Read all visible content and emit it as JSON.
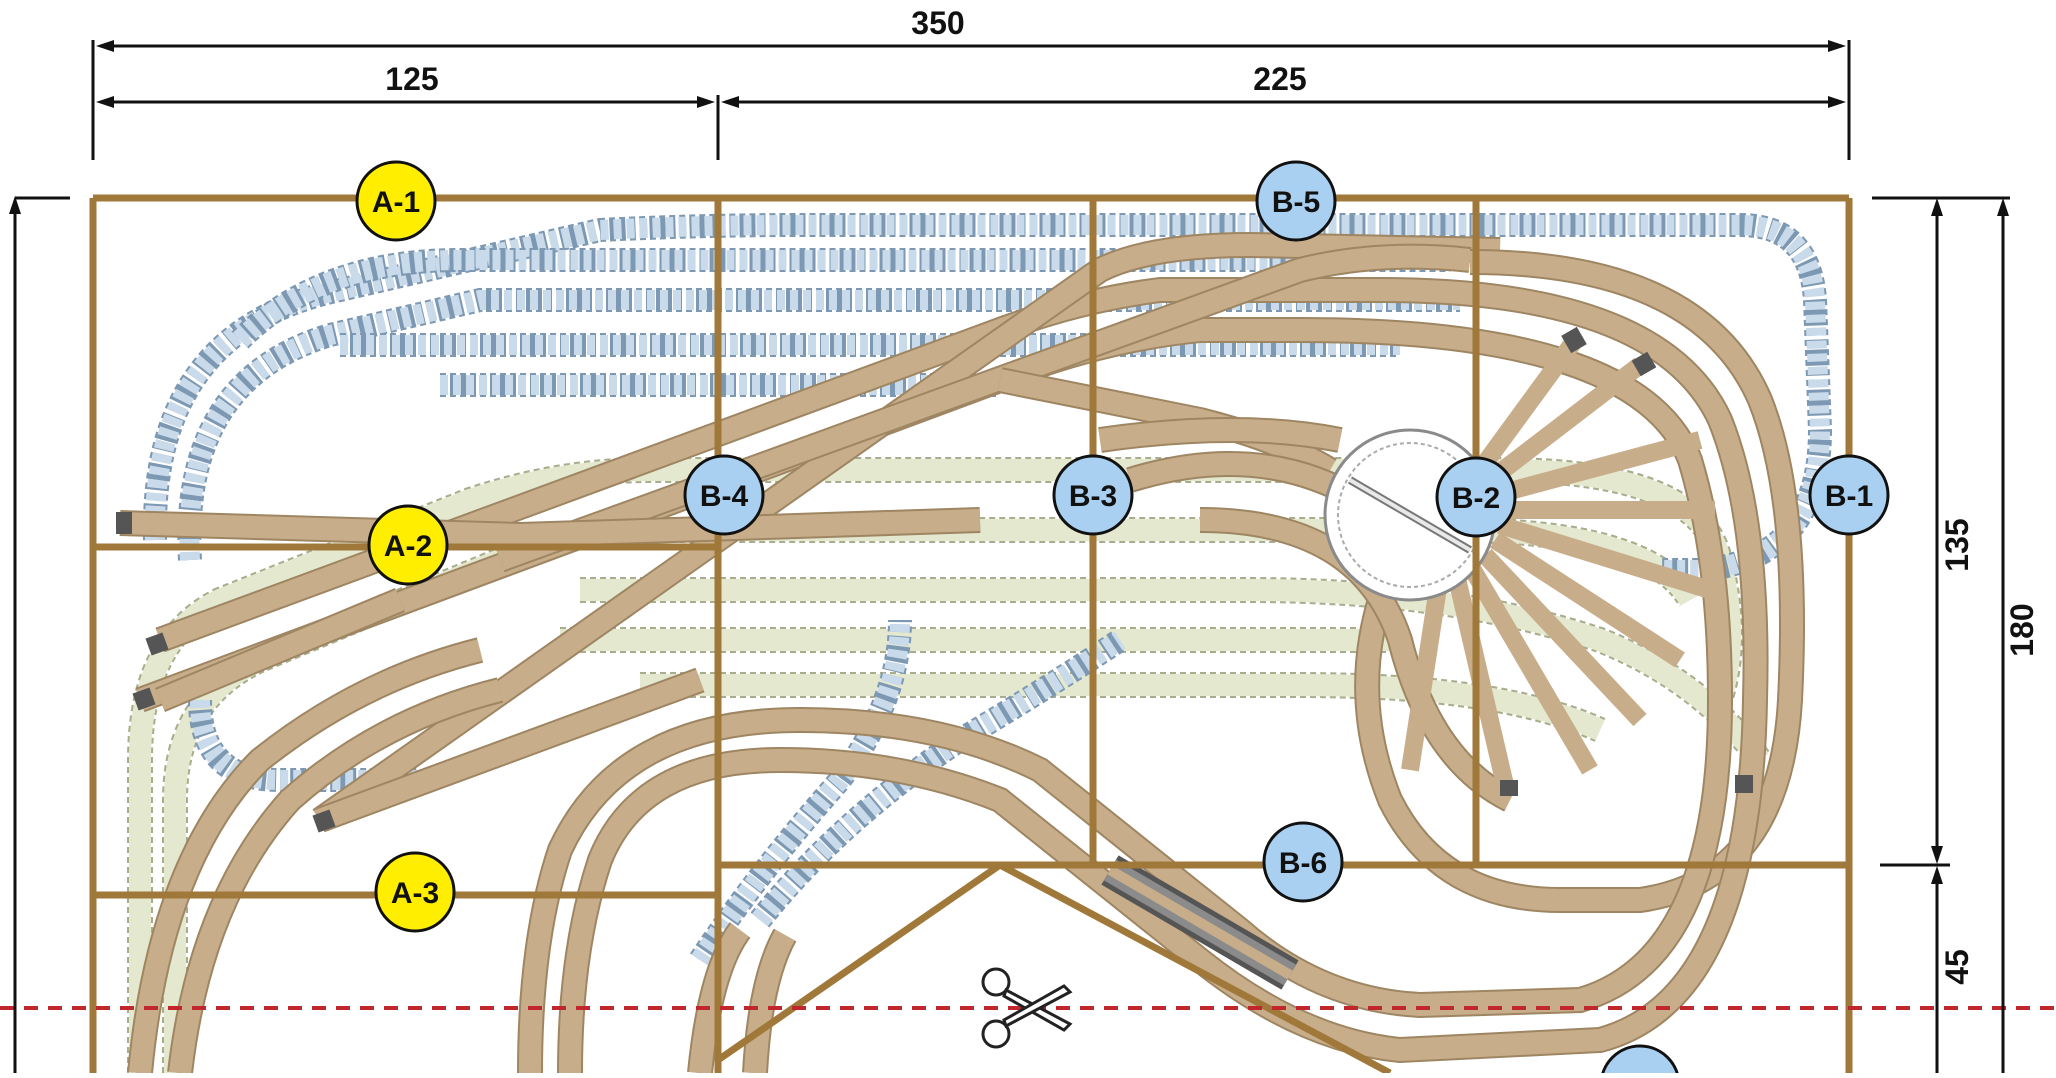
{
  "dimensions": {
    "total_width": "350",
    "left_width": "125",
    "right_width": "225",
    "upper_height": "135",
    "total_height": "180",
    "lower_height": "45"
  },
  "modules": [
    {
      "id": "A-1",
      "color": "#ffee00"
    },
    {
      "id": "A-2",
      "color": "#ffee00"
    },
    {
      "id": "A-3",
      "color": "#ffee00"
    },
    {
      "id": "B-1",
      "color": "#a9d0f0"
    },
    {
      "id": "B-2",
      "color": "#a9d0f0"
    },
    {
      "id": "B-3",
      "color": "#a9d0f0"
    },
    {
      "id": "B-4",
      "color": "#a9d0f0"
    },
    {
      "id": "B-5",
      "color": "#a9d0f0"
    },
    {
      "id": "B-6",
      "color": "#a9d0f0"
    }
  ],
  "colors": {
    "frame": "#a0793a",
    "cut_line": "#c0262b",
    "track_upper_level": "#c8ad8a",
    "track_hidden_level_1": "#c9dbea",
    "track_hidden_level_2": "#e4e8cf"
  },
  "icons": {
    "cut_marker": "scissors-icon"
  }
}
